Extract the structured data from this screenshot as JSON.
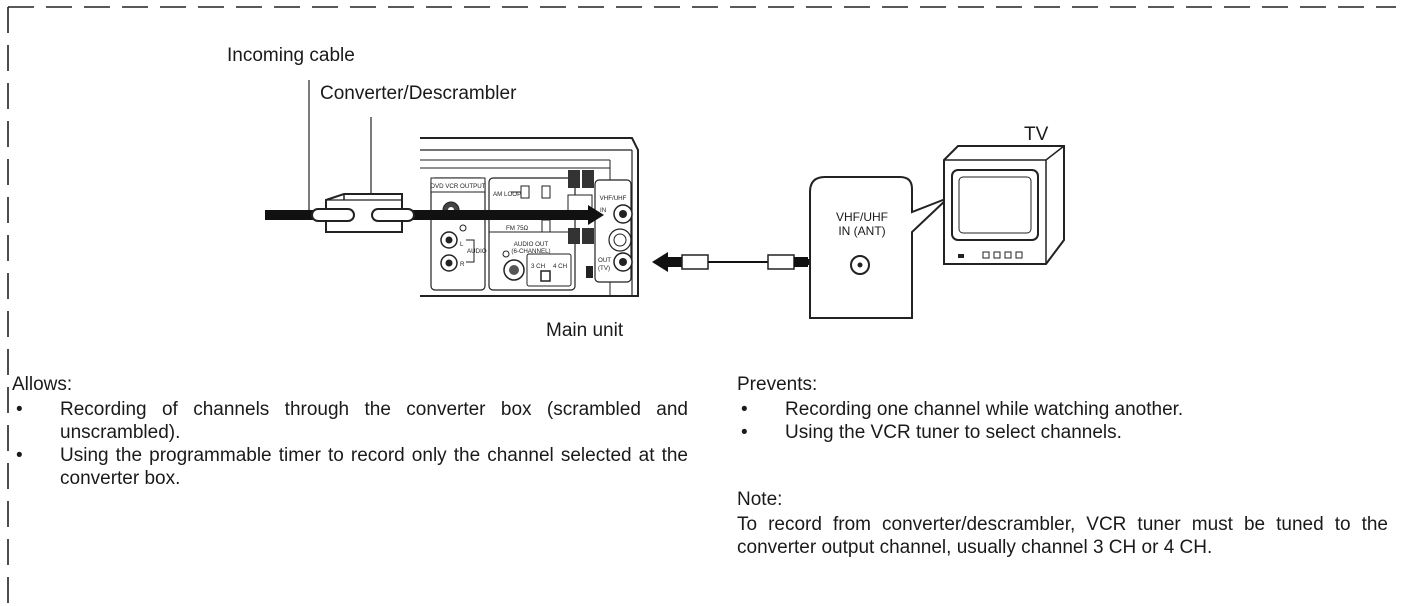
{
  "diagram": {
    "incoming_cable": "Incoming cable",
    "converter": "Converter/Descrambler",
    "main_unit": "Main unit",
    "tv": "TV",
    "tv_input_line1": "VHF/UHF",
    "tv_input_line2": "IN (ANT)",
    "panel": {
      "dvd_vcr_output": "DVD VCR OUTPUT",
      "am_loop": "AM LOOP",
      "fm_75": "FM 75Ω",
      "vhf_uhf": "VHF/UHF",
      "in": "IN",
      "out": "OUT",
      "to_tv": "(TV)",
      "audio": "AUDIO",
      "audio_out": "AUDIO OUT",
      "six_channel": "(6-CHANNEL)",
      "l": "L",
      "r": "R",
      "ch3": "3 CH",
      "ch4": "4 CH"
    }
  },
  "allows": {
    "heading": "Allows:",
    "items": [
      "Recording of channels through the converter box (scrambled and unscrambled).",
      "Using the programmable timer to record only the channel selected at the converter box."
    ]
  },
  "prevents": {
    "heading": "Prevents:",
    "items": [
      "Recording one channel while watching another.",
      "Using the VCR tuner to select channels."
    ]
  },
  "note": {
    "heading": "Note:",
    "text": "To record from converter/descrambler, VCR tuner must be tuned to the converter output channel, usually channel 3 CH or 4 CH."
  }
}
